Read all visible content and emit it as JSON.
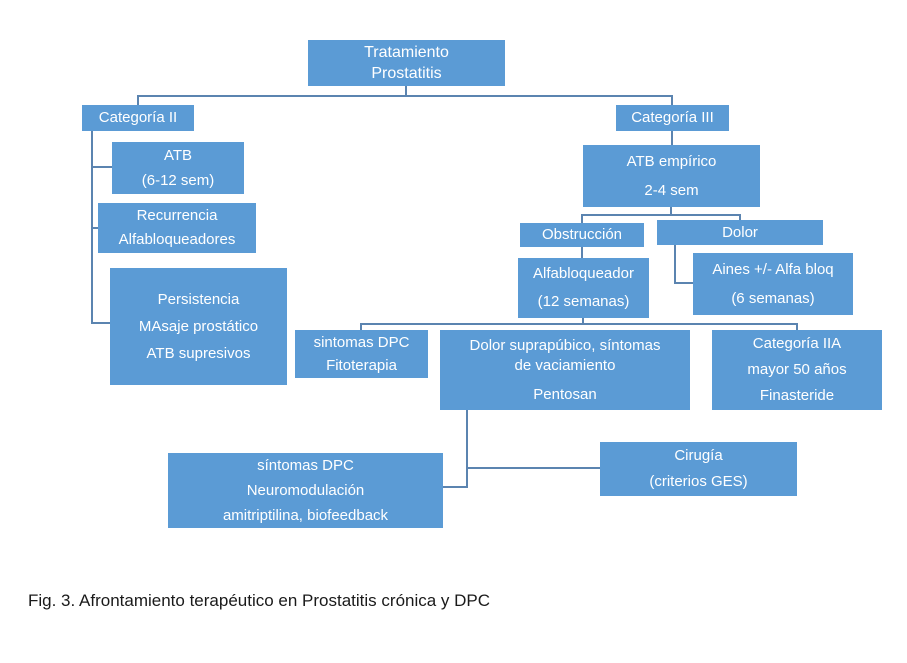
{
  "colors": {
    "node_fill": "#5B9BD5",
    "node_text": "#FFFFFF",
    "connector": "#5B84B0",
    "caption_text": "#1A1A1A",
    "background": "#FFFFFF"
  },
  "nodes": {
    "tratamiento": {
      "lines": [
        "Tratamiento",
        "Prostatitis"
      ]
    },
    "categoria2": {
      "lines": [
        "Categoría II"
      ]
    },
    "atb612": {
      "lines": [
        "ATB",
        "(6-12 sem)"
      ]
    },
    "recurrencia": {
      "lines": [
        "Recurrencia",
        "Alfabloqueadores"
      ]
    },
    "persistencia": {
      "lines": [
        "Persistencia",
        "MAsaje prostático",
        "ATB supresivos"
      ]
    },
    "categoria3": {
      "lines": [
        "Categoría III"
      ]
    },
    "atb_empirico": {
      "lines": [
        "ATB empírico",
        "2-4 sem"
      ]
    },
    "obstruccion": {
      "lines": [
        "Obstrucción"
      ]
    },
    "dolor": {
      "lines": [
        "Dolor"
      ]
    },
    "alfabloqueador": {
      "lines": [
        "Alfabloqueador",
        "(12 semanas)"
      ]
    },
    "aines": {
      "lines": [
        "Aines +/- Alfa bloq",
        "(6 semanas)"
      ]
    },
    "sintomas_dpc": {
      "lines": [
        "sintomas DPC",
        "Fitoterapia"
      ]
    },
    "dolor_suprapubico": {
      "lines": [
        "Dolor suprapúbico, síntomas",
        "de vaciamiento",
        "Pentosan"
      ]
    },
    "categoria2a": {
      "lines": [
        "Categoría IIA",
        "mayor 50 años",
        "Finasteride"
      ]
    },
    "neuromodulacion": {
      "lines": [
        "síntomas DPC",
        "Neuromodulación",
        "amitriptilina, biofeedback"
      ]
    },
    "cirugia": {
      "lines": [
        "Cirugía",
        "(criterios GES)"
      ]
    }
  },
  "caption": "Fig. 3. Afrontamiento terapéutico en Prostatitis crónica y DPC"
}
